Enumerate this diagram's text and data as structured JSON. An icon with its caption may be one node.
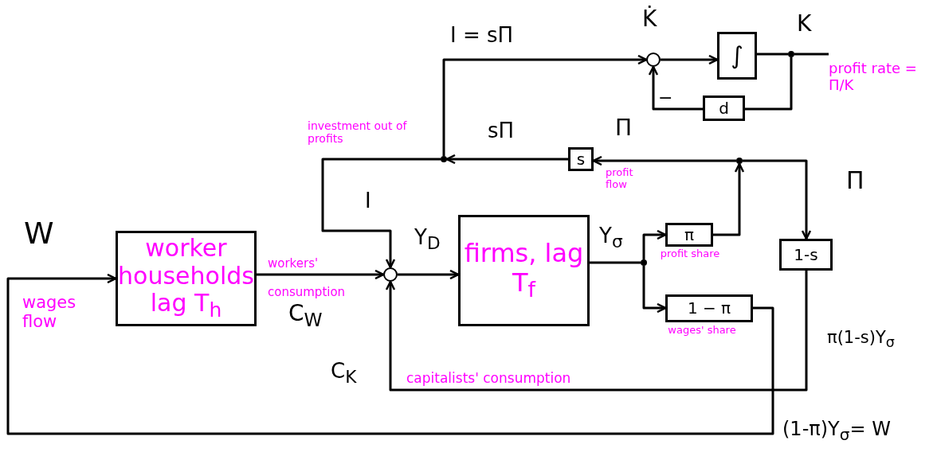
{
  "diagram": {
    "nodes": [
      {
        "text": [
          "worker households lag T$_{h}$"
        ]
      },
      {
        "text": [],
        "shape": "circle"
      },
      {
        "text": [
          "firms, lag T$_{f}$"
        ]
      },
      {
        "text": [],
        "shape": "dot"
      },
      {
        "text": [
          "π"
        ],
        "beside": [
          "profit share"
        ]
      },
      {
        "text": [
          "1 − π"
        ],
        "beside": [
          "wages' share"
        ]
      },
      {
        "text": [],
        "shape": "dot"
      },
      {
        "text": [
          "s"
        ]
      },
      {
        "text": [],
        "shape": "dot"
      },
      {
        "text": [
          "1-s"
        ]
      },
      {
        "text": [],
        "shape": "circle"
      },
      {
        "text": [
          "∫"
        ]
      },
      {
        "text": [],
        "shape": "dot"
      },
      {
        "text": [
          "d"
        ]
      }
    ],
    "edges": [
      {
        "from": 5,
        "to": 0,
        "arrow": "to"
      },
      {
        "from": 0,
        "to": 1,
        "arrow": "to"
      },
      {
        "from": 1,
        "to": 2,
        "arrow": "to"
      },
      {
        "from": 2,
        "to": 3,
        "arrow": "none"
      },
      {
        "from": 3,
        "to": 4,
        "arrow": "to"
      },
      {
        "from": 3,
        "to": 5,
        "arrow": "to"
      },
      {
        "from": 4,
        "to": 6,
        "arrow": "to"
      },
      {
        "from": 6,
        "to": 7,
        "arrow": "to"
      },
      {
        "from": 6,
        "to": 9,
        "arrow": "to"
      },
      {
        "from": 7,
        "to": 8,
        "arrow": "to"
      },
      {
        "from": 8,
        "to": 1,
        "arrow": "to"
      },
      {
        "from": 8,
        "to": 10,
        "arrow": "to"
      },
      {
        "from": 10,
        "to": 11,
        "arrow": "to"
      },
      {
        "from": 11,
        "to": 12,
        "arrow": "none"
      },
      {
        "from": 12,
        "to": null,
        "arrow": "none"
      },
      {
        "from": 12,
        "to": 13,
        "arrow": "none"
      },
      {
        "from": 13,
        "to": 10,
        "arrow": "to"
      },
      {
        "from": 9,
        "to": 1,
        "arrow": "to"
      }
    ],
    "labels": [
      "K̇",
      "K",
      "I = sΠ",
      "profit rate = Π/K",
      "investment out of profits",
      "sΠ",
      "Π",
      "profit flow",
      "Π",
      "I",
      "W",
      "Y$_{D}$",
      "Y$_{σ}$",
      "workers' consumption",
      "wages flow",
      "C$_{W}$",
      "π(1-s)Y$_{σ}$",
      "C$_{K}$",
      "capitalists' consumption",
      "(1-π)Y$_{σ}$= W",
      "−"
    ]
  }
}
